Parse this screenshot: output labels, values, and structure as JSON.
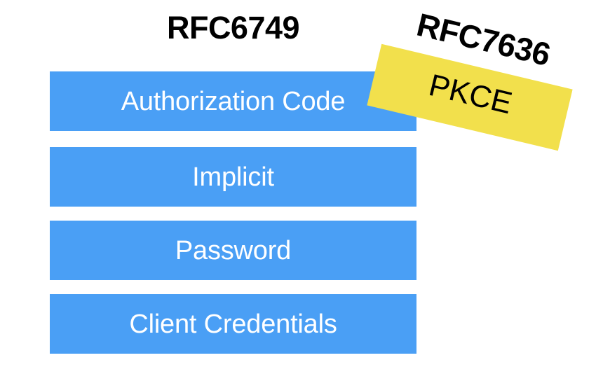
{
  "diagram": {
    "spec_title": "RFC6749",
    "grants": [
      {
        "label": "Authorization Code"
      },
      {
        "label": "Implicit"
      },
      {
        "label": "Password"
      },
      {
        "label": "Client Credentials"
      }
    ],
    "extension": {
      "spec_title": "RFC7636",
      "label": "PKCE"
    },
    "colors": {
      "grant_bar": "#4A9FF5",
      "grant_label": "#FFFFFF",
      "extension_sticker": "#F2E04C",
      "heading": "#000000",
      "background": "#FFFFFF"
    }
  }
}
